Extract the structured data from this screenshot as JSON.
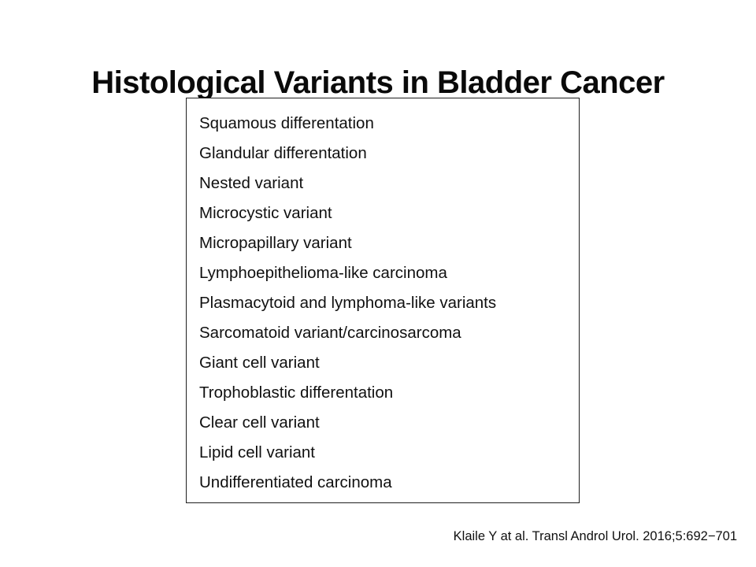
{
  "slide": {
    "title": "Histological Variants in Bladder Cancer",
    "variants": [
      "Squamous differentation",
      "Glandular differentation",
      "Nested variant",
      "Microcystic variant",
      "Micropapillary variant",
      "Lymphoepithelioma-like carcinoma",
      "Plasmacytoid and lymphoma-like variants",
      "Sarcomatoid variant/carcinosarcoma",
      "Giant cell variant",
      "Trophoblastic differentation",
      "Clear cell variant",
      "Lipid cell variant",
      "Undifferentiated carcinoma"
    ],
    "citation": "Klaile Y at al. Transl Androl Urol. 2016;5:692−701",
    "colors": {
      "background": "#ffffff",
      "text": "#101010",
      "box_border": "#1f1f1f"
    }
  }
}
